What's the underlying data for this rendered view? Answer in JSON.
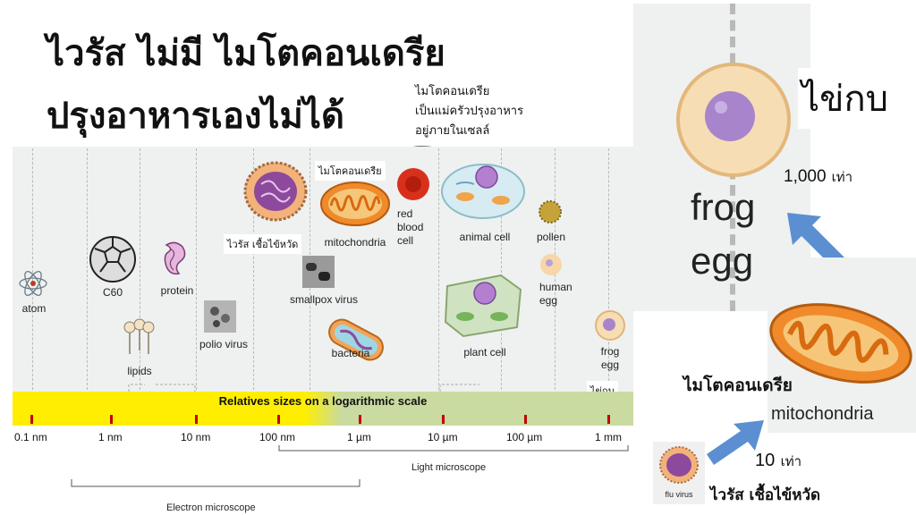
{
  "title": {
    "line1": "ไวรัส ไม่มี ไมโตคอนเดรีย",
    "line2": "ปรุงอาหารเองไม่ได้"
  },
  "note": {
    "line1": "ไมโตคอนเดรีย",
    "line2": "เป็นแม่ครัวปรุงอาหาร",
    "line3": "อยู่ภายในเซลล์"
  },
  "diagram": {
    "items": {
      "atom": "atom",
      "c60": "C60",
      "protein": "protein",
      "lipids": "lipids",
      "polio_virus": "polio virus",
      "flu_tag": "ไวรัส เชื้อไข้หวัด",
      "smallpox_virus": "smallpox virus",
      "mito_tag": "ไมโตคอนเดรีย",
      "mitochondria": "mitochondria",
      "bacteria": "bacteria",
      "red_blood_cell": "red\nblood\ncell",
      "animal_cell": "animal cell",
      "plant_cell": "plant cell",
      "pollen": "pollen",
      "human_egg": "human\negg",
      "frog_egg": "frog\negg",
      "frog_egg_tag": "ไข่กบ"
    },
    "scale_banner": "Relatives sizes on a logarithmic scale",
    "ticks": [
      "0.1 nm",
      "1 nm",
      "10 nm",
      "100 nm",
      "1 µm",
      "10 µm",
      "100 µm",
      "1 mm"
    ],
    "light_microscope": "Light microscope",
    "electron_microscope": "Electron microscope"
  },
  "zoom": {
    "frog_egg_th": "ไข่กบ",
    "times_1000": "1,000",
    "times_word": "เท่า",
    "frog_egg_en_1": "frog",
    "frog_egg_en_2": "egg",
    "mito_th": "ไมโตคอนเดรีย",
    "mito_en": "mitochondria",
    "times_10": "10",
    "flu_small": "flu virus",
    "flu_th": "ไวรัส เชื้อไข้หวัด"
  },
  "colors": {
    "banner_yellow": "#ffee00",
    "banner_green": "#c9dba0",
    "arrow_blue": "#5b8fd1",
    "tick_red": "#c40000",
    "mito_orange": "#f08a2a"
  }
}
